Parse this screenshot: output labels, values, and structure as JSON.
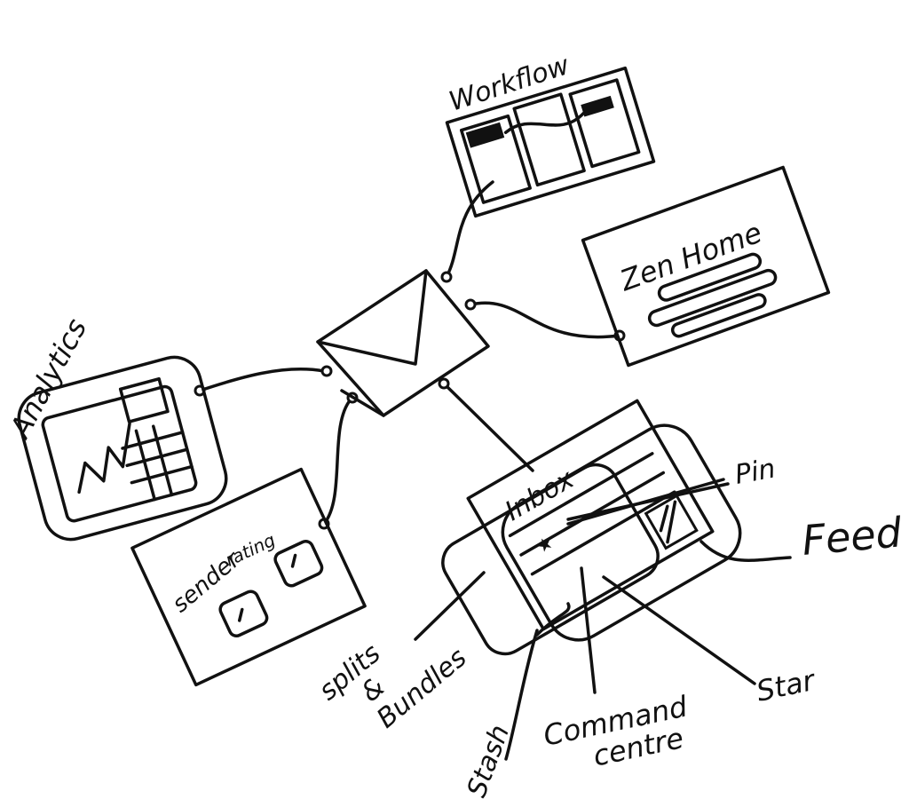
{
  "center": {
    "icon": "envelope-icon"
  },
  "nodes": {
    "workflow": "Workflow",
    "zen_home": "Zen Home",
    "analytics": "Analytics",
    "sender_rating_1": "sender",
    "sender_rating_2": "rating",
    "inbox": "Inbox"
  },
  "annotations": {
    "pin": "Pin",
    "feed": "Feed",
    "splits_1": "splits",
    "splits_2": "&",
    "splits_3": "Bundles",
    "stash": "Stash",
    "command_1": "Command",
    "command_2": "centre",
    "star": "Star"
  }
}
